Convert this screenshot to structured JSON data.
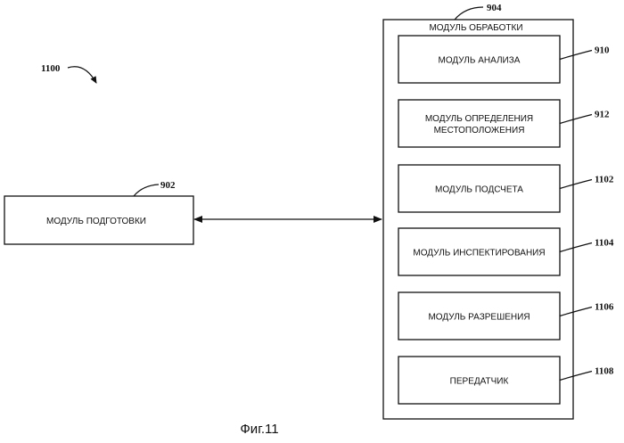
{
  "figure_ref": "1100",
  "preparation_module": {
    "label": "МОДУЛЬ ПОДГОТОВКИ",
    "ref": "902"
  },
  "processing_module": {
    "title": "МОДУЛЬ ОБРАБОТКИ",
    "ref": "904",
    "submodules": [
      {
        "lines": [
          "МОДУЛЬ АНАЛИЗА"
        ],
        "ref": "910"
      },
      {
        "lines": [
          "МОДУЛЬ ОПРЕДЕЛЕНИЯ",
          "МЕСТОПОЛОЖЕНИЯ"
        ],
        "ref": "912"
      },
      {
        "lines": [
          "МОДУЛЬ ПОДСЧЕТА"
        ],
        "ref": "1102"
      },
      {
        "lines": [
          "МОДУЛЬ ИНСПЕКТИРОВАНИЯ"
        ],
        "ref": "1104"
      },
      {
        "lines": [
          "МОДУЛЬ РАЗРЕШЕНИЯ"
        ],
        "ref": "1106"
      },
      {
        "lines": [
          "ПЕРЕДАТЧИК"
        ],
        "ref": "1108"
      }
    ]
  },
  "caption": "Фиг.11"
}
